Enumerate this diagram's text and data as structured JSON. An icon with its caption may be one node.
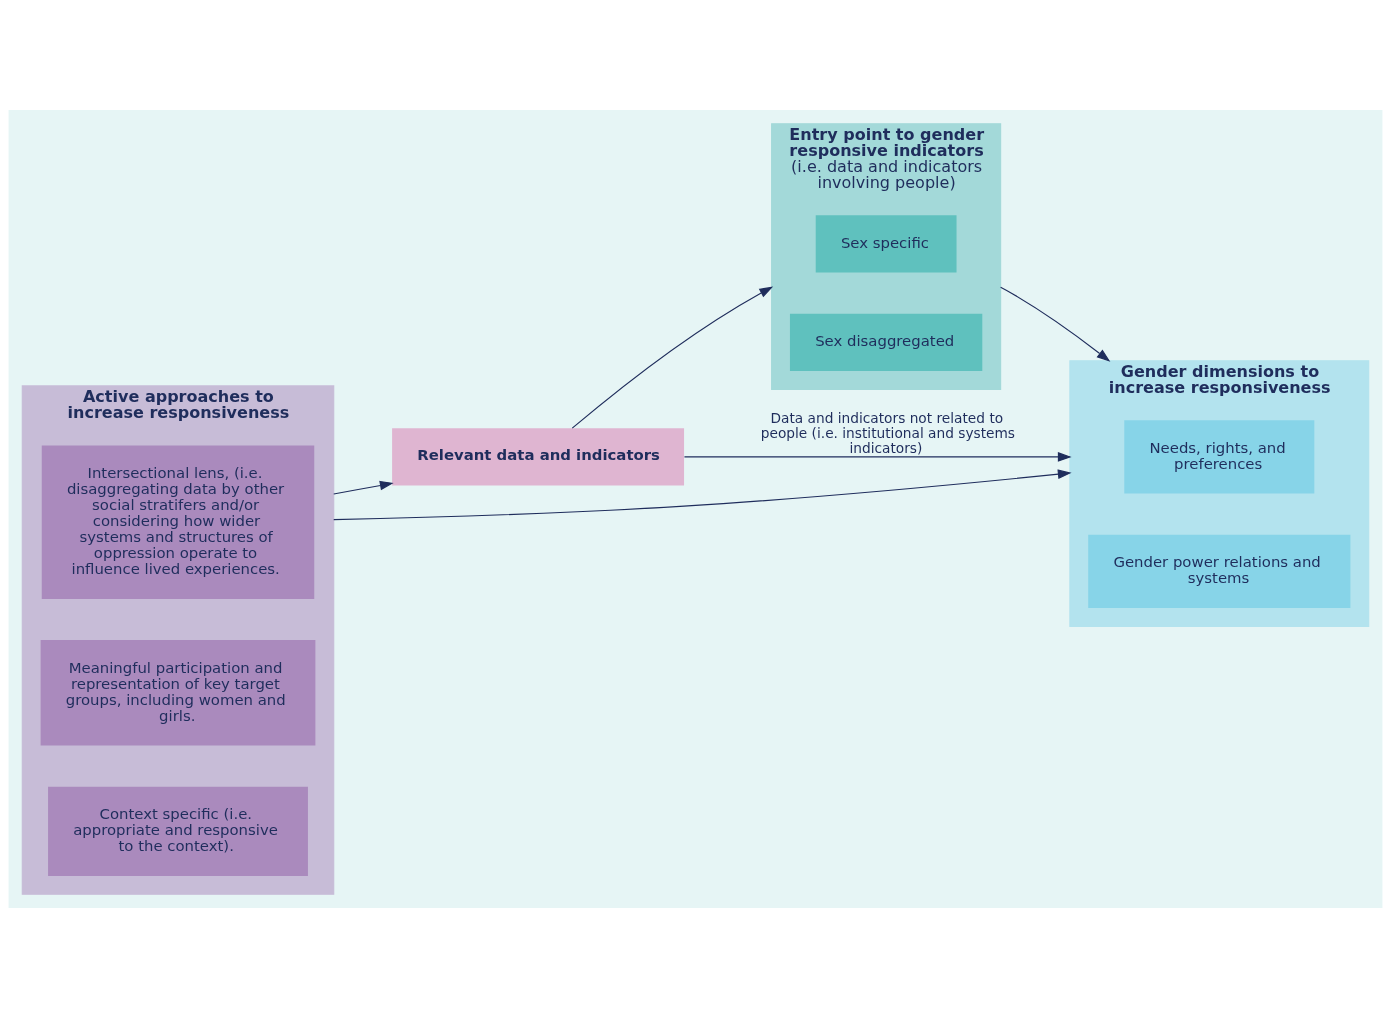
{
  "diagram": {
    "nodes": [
      {
        "text": [
          "Relevant data and indicators"
        ]
      },
      {
        "text": [
          "Entry point to gender responsive indicators",
          "(i.e. data and indicators involving people)"
        ]
      },
      {
        "text": [
          "Sex specific"
        ],
        "in": 1
      },
      {
        "text": [
          "Sex disaggregated"
        ],
        "in": 1
      },
      {
        "text": [
          "Gender dimensions to increase responsiveness"
        ]
      },
      {
        "text": [
          "Needs, rights, and preferences"
        ],
        "in": 4
      },
      {
        "text": [
          "Gender power relations and systems"
        ],
        "in": 4
      },
      {
        "text": [
          "Active approaches to increase responsiveness"
        ]
      },
      {
        "text": [
          "Intersectional lens, (i.e. disaggregating data by other social stratifers and/or considering how wider systems and structures of oppression operate to influence lived experiences."
        ],
        "in": 7
      },
      {
        "text": [
          "Meaningful participation and representation of key target groups, including women and girls."
        ],
        "in": 7
      },
      {
        "text": [
          "Context specific (i.e. appropriate and responsive to the context)."
        ],
        "in": 7
      }
    ],
    "edges": [
      {
        "from": 0,
        "to": 1,
        "arrow": "to"
      },
      {
        "from": 1,
        "to": 4,
        "arrow": "to"
      },
      {
        "from": 0,
        "to": 4,
        "arrow": "to",
        "label": "Data and indicators not related to people (i.e. institutional and systems indicators)"
      },
      {
        "from": 7,
        "to": 0,
        "arrow": "to"
      },
      {
        "from": 7,
        "to": 4,
        "arrow": "to"
      }
    ]
  }
}
